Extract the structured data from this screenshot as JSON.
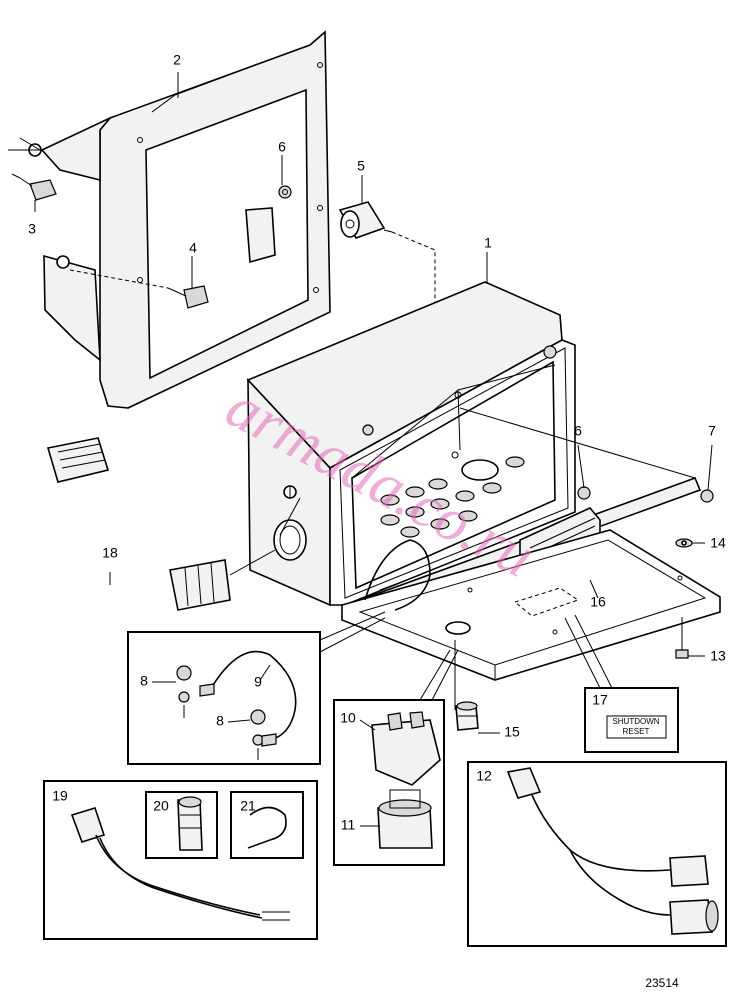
{
  "callouts": [
    "1",
    "2",
    "3",
    "4",
    "5",
    "6",
    "6",
    "7",
    "8",
    "8",
    "9",
    "10",
    "11",
    "12",
    "13",
    "14",
    "15",
    "16",
    "17",
    "18",
    "19",
    "20",
    "21"
  ],
  "label_plate": {
    "line1": "SHUTDOWN",
    "line2": "RESET"
  },
  "watermark": "armada.co.ru",
  "figure_number": "23514",
  "colors": {
    "line": "#000000",
    "watermark": "#e46ab8",
    "background": "#ffffff"
  }
}
